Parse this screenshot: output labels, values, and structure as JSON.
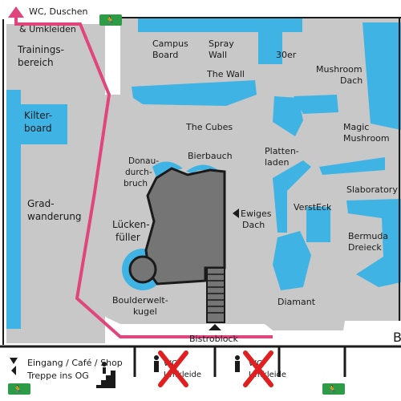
{
  "colors": {
    "floor": "#c8c8c8",
    "wall": "#3fb3e3",
    "route": "#e0457b",
    "bistro": "#757575",
    "dark": "#1a1a1a",
    "exit": "#2e9b47",
    "cross": "#e02020"
  },
  "exits": {
    "top": "WC, Duschen",
    "top2": "& Umkleiden",
    "bottom1": "Eingang / Café / Shop",
    "bottom2": "Treppe ins OG"
  },
  "areas": {
    "training1": "Trainings-",
    "training2": "bereich",
    "kilter1": "Kilter-",
    "kilter2": "board",
    "grad1": "Grad-",
    "grad2": "wanderung",
    "campus1": "Campus",
    "campus2": "Board",
    "spray1": "Spray",
    "spray2": "Wall",
    "dreissiger": "30er",
    "mushroom1": "Mushroom",
    "mushroom2": "Dach",
    "thewall": "The Wall",
    "cubes": "The Cubes",
    "magic1": "Magic",
    "magic2": "Mushroom",
    "donau1": "Donau-",
    "donau2": "durch-",
    "donau3": "bruch",
    "bierbauch": "Bierbauch",
    "platten1": "Platten-",
    "platten2": "laden",
    "slaboratory": "Slaboratory",
    "ewiges1": "Ewiges",
    "ewiges2": "Dach",
    "versteck": "VerstEck",
    "luecken1": "Lücken-",
    "luecken2": "füller",
    "bermuda1": "Bermuda",
    "bermuda2": "Dreieck",
    "boulder1": "Boulderwelt-",
    "boulder2": "kugel",
    "diamant": "Diamant",
    "bistro": "Bistroblock",
    "edge_b": "B",
    "wc1": "WC",
    "umk1": "Umkleide",
    "wc2": "WC",
    "umk2": "Umkleide"
  }
}
